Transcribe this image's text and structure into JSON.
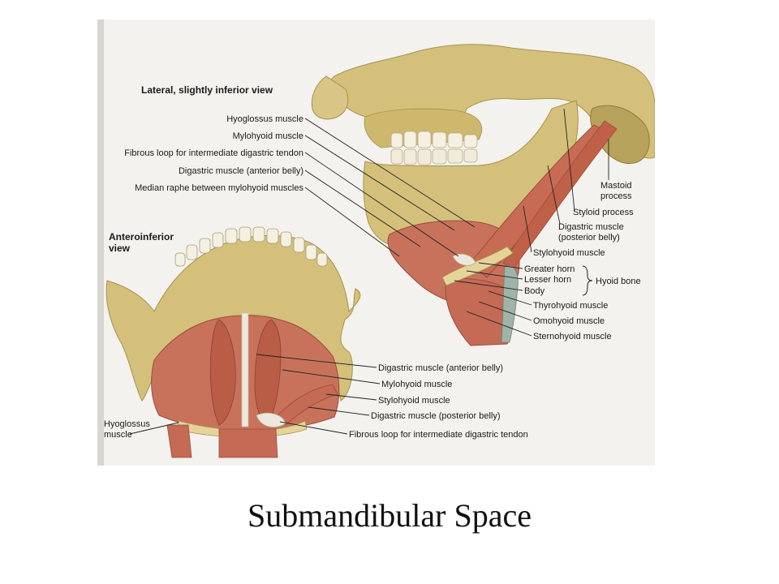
{
  "caption": "Submandibular Space",
  "lateral": {
    "title": "Lateral, slightly inferior view",
    "labels": {
      "hyoglossus": "Hyoglossus muscle",
      "mylohyoid": "Mylohyoid muscle",
      "fibrous_loop": "Fibrous loop for intermediate digastric tendon",
      "digastric_anterior": "Digastric muscle (anterior belly)",
      "median_raphe": "Median raphe between mylohyoid muscles",
      "mastoid_1": "Mastoid",
      "mastoid_2": "process",
      "styloid": "Styloid process",
      "digastric_posterior_1": "Digastric muscle",
      "digastric_posterior_2": "(posterior belly)",
      "stylohyoid": "Stylohyoid muscle",
      "greater_horn": "Greater horn",
      "lesser_horn": "Lesser horn",
      "body": "Body",
      "hyoid_bone": "Hyoid bone",
      "thyrohyoid": "Thyrohyoid muscle",
      "omohyoid": "Omohyoid muscle",
      "sternohyoid": "Sternohyoid muscle"
    }
  },
  "anteroinferior": {
    "title_1": "Anteroinferior",
    "title_2": "view",
    "labels": {
      "digastric_anterior": "Digastric muscle (anterior belly)",
      "mylohyoid": "Mylohyoid muscle",
      "stylohyoid": "Stylohyoid muscle",
      "digastric_posterior": "Digastric muscle (posterior belly)",
      "hyoglossus_1": "Hyoglossus",
      "hyoglossus_2": "muscle",
      "fibrous_loop": "Fibrous loop for intermediate digastric tendon"
    }
  },
  "colors": {
    "background_plate": "#f3f2ee",
    "bone": "#d4c07a",
    "bone_shadow": "#a8924a",
    "muscle": "#c8725c",
    "muscle_dark": "#9e4a3a",
    "tendon": "#ece8de"
  }
}
